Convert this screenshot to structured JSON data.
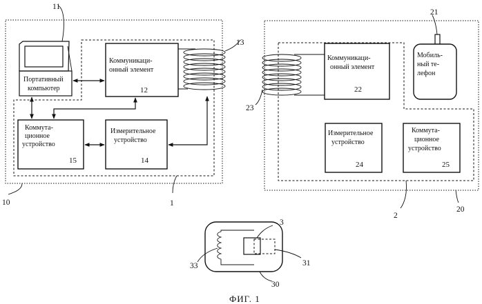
{
  "labels": {
    "laptop": [
      "Портативный",
      "компьютер"
    ],
    "comm1": [
      "Коммуникаци-",
      "онный элемент"
    ],
    "switch1": [
      "Коммута-",
      "ционное",
      "устройство"
    ],
    "meas1": [
      "Измерительное",
      "устройство"
    ],
    "comm2": [
      "Коммуникаци-",
      "онный элемент"
    ],
    "meas2": [
      "Измерительное",
      "устройство"
    ],
    "switch2": [
      "Коммута-",
      "ционное",
      "устройство"
    ],
    "phone": [
      "Мобиль-",
      "ный те-",
      "лефон"
    ]
  },
  "numbers": {
    "n12": "12",
    "n15": "15",
    "n14": "14",
    "n22": "22",
    "n24": "24",
    "n25": "25"
  },
  "refs": {
    "r11": "11",
    "r13": "13",
    "r10": "10",
    "r1": "1",
    "r21": "21",
    "r23": "23",
    "r2": "2",
    "r20": "20",
    "r3": "3",
    "r33": "33",
    "r31": "31",
    "r30": "30"
  },
  "caption": "ФИГ. 1"
}
